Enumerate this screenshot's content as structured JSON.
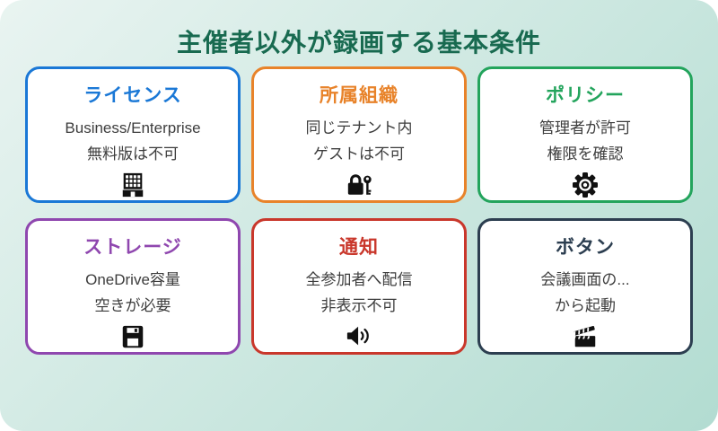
{
  "page": {
    "title": "主催者以外が録画する基本条件",
    "title_color": "#186a50",
    "background_gradient_from": "#e9f4f1",
    "background_gradient_to": "#b2dcd1"
  },
  "cards": [
    {
      "title": "ライセンス",
      "accent": "#1a78d6",
      "lines": [
        "Business/Enterprise",
        "無料版は不可"
      ],
      "icon": "building-icon"
    },
    {
      "title": "所属組織",
      "accent": "#e8832a",
      "lines": [
        "同じテナント内",
        "ゲストは不可"
      ],
      "icon": "lock-and-key-icon"
    },
    {
      "title": "ポリシー",
      "accent": "#23a45c",
      "lines": [
        "管理者が許可",
        "権限を確認"
      ],
      "icon": "gear-icon"
    },
    {
      "title": "ストレージ",
      "accent": "#8f47af",
      "lines": [
        "OneDrive容量",
        "空きが必要"
      ],
      "icon": "floppy-disk-icon"
    },
    {
      "title": "通知",
      "accent": "#c9372b",
      "lines": [
        "全参加者へ配信",
        "非表示不可"
      ],
      "icon": "speaker-icon"
    },
    {
      "title": "ボタン",
      "accent": "#2c3e50",
      "lines": [
        "会議画面の...",
        "から起動"
      ],
      "icon": "clapperboard-icon"
    }
  ]
}
